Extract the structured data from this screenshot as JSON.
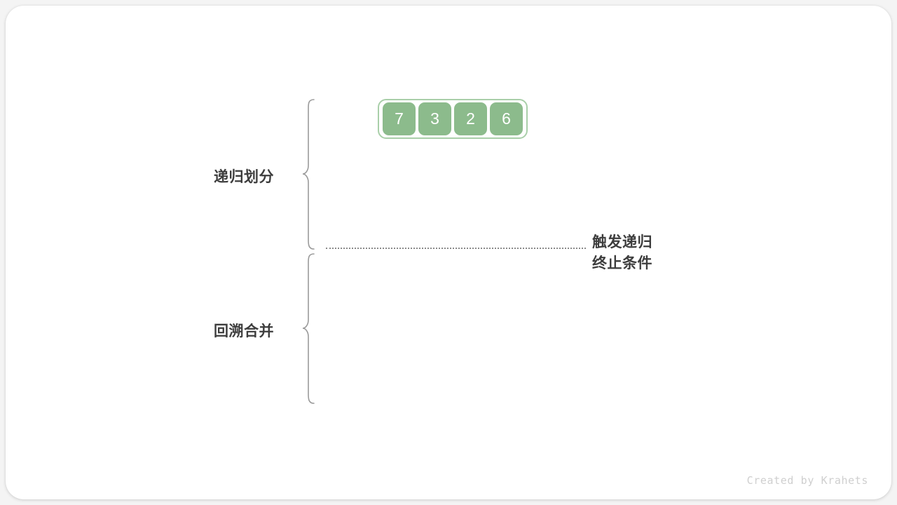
{
  "figure": {
    "background_color": "#f4f4f4",
    "card_color": "#ffffff",
    "credit": "Created by Krahets"
  },
  "array": {
    "values": [
      "7",
      "3",
      "2",
      "6"
    ],
    "cell_color": "#8cbb8c",
    "cell_text_color": "#ffffff",
    "outline_color": "#a9cfa9"
  },
  "phases": [
    {
      "label": "递归划分",
      "brace_name": "recursive-divide"
    },
    {
      "label": "回溯合并",
      "brace_name": "backtrack-merge"
    }
  ],
  "annotation": {
    "line1": "触发递归",
    "line2": "终止条件",
    "text_color": "#3d3d3d",
    "divider_color": "#8a8a8a"
  }
}
